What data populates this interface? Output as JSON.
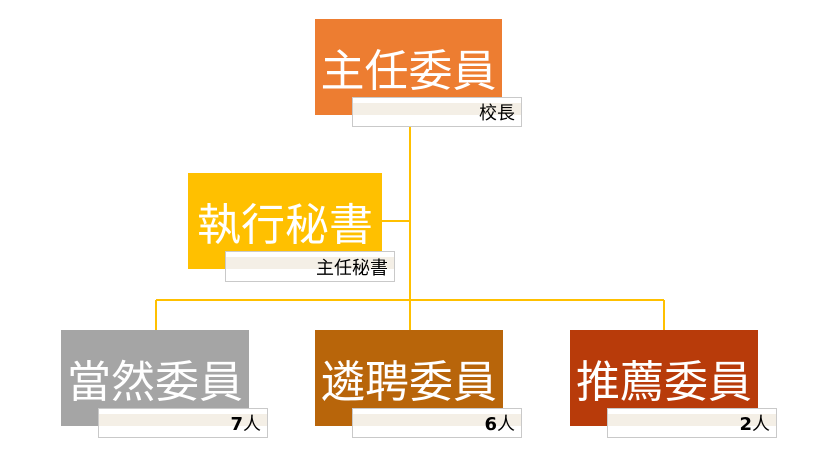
{
  "top": {
    "title": "主任委員",
    "subtitle": "校長"
  },
  "assistant": {
    "title": "執行秘書",
    "subtitle": "主任秘書"
  },
  "members": [
    {
      "title": "當然委員",
      "count": "7",
      "unit": "人"
    },
    {
      "title": "遴聘委員",
      "count": "6",
      "unit": "人"
    },
    {
      "title": "推薦委員",
      "count": "2",
      "unit": "人"
    }
  ],
  "colors": {
    "top": "#ED7D31",
    "assistant": "#FFC000",
    "member_1": "#A5A5A5",
    "member_2": "#B8650A",
    "member_3": "#B83B0A",
    "connector": "#FFC000"
  }
}
